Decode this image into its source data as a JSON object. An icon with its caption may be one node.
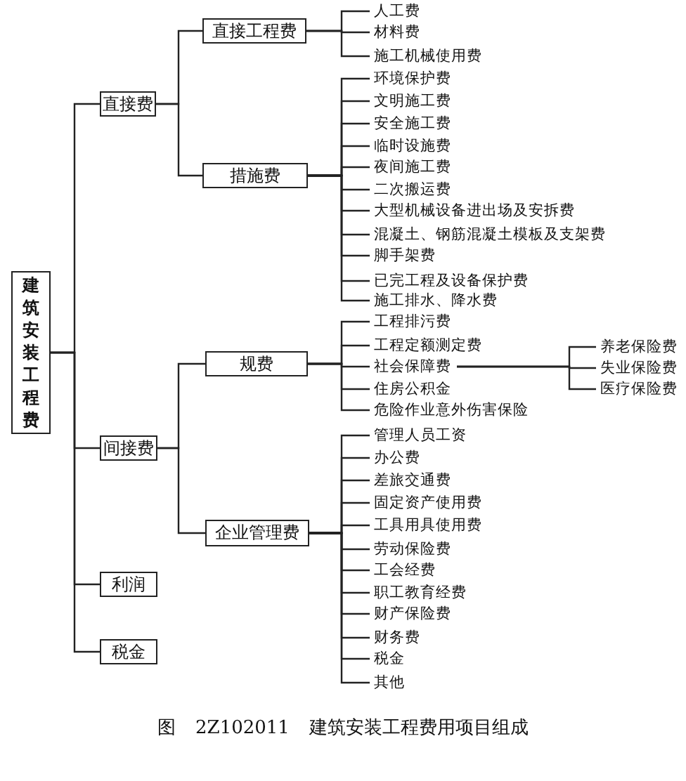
{
  "diagram": {
    "caption": "图 2Z102011 建筑安装工程费用项目组成",
    "nodes": [
      {
        "text": [
          "建筑安装工程费"
        ]
      },
      {
        "text": [
          "直接费"
        ]
      },
      {
        "text": [
          "直接工程费"
        ]
      },
      {
        "text": [
          "人工费"
        ]
      },
      {
        "text": [
          "材料费"
        ]
      },
      {
        "text": [
          "施工机械使用费"
        ]
      },
      {
        "text": [
          "措施费"
        ]
      },
      {
        "text": [
          "环境保护费"
        ]
      },
      {
        "text": [
          "文明施工费"
        ]
      },
      {
        "text": [
          "安全施工费"
        ]
      },
      {
        "text": [
          "临时设施费"
        ]
      },
      {
        "text": [
          "夜间施工费"
        ]
      },
      {
        "text": [
          "二次搬运费"
        ]
      },
      {
        "text": [
          "大型机械设备进出场及安拆费"
        ]
      },
      {
        "text": [
          "混凝土、钢筋混凝土模板及支架费"
        ]
      },
      {
        "text": [
          "脚手架费"
        ]
      },
      {
        "text": [
          "已完工程及设备保护费"
        ]
      },
      {
        "text": [
          "施工排水、降水费"
        ]
      },
      {
        "text": [
          "间接费"
        ]
      },
      {
        "text": [
          "规费"
        ]
      },
      {
        "text": [
          "工程排污费"
        ]
      },
      {
        "text": [
          "工程定额测定费"
        ]
      },
      {
        "text": [
          "社会保障费"
        ]
      },
      {
        "text": [
          "住房公积金"
        ]
      },
      {
        "text": [
          "危险作业意外伤害保险"
        ]
      },
      {
        "text": [
          "养老保险费"
        ]
      },
      {
        "text": [
          "失业保险费"
        ]
      },
      {
        "text": [
          "医疗保险费"
        ]
      },
      {
        "text": [
          "企业管理费"
        ]
      },
      {
        "text": [
          "管理人员工资"
        ]
      },
      {
        "text": [
          "办公费"
        ]
      },
      {
        "text": [
          "差旅交通费"
        ]
      },
      {
        "text": [
          "固定资产使用费"
        ]
      },
      {
        "text": [
          "工具用具使用费"
        ]
      },
      {
        "text": [
          "劳动保险费"
        ]
      },
      {
        "text": [
          "工会经费"
        ]
      },
      {
        "text": [
          "职工教育经费"
        ]
      },
      {
        "text": [
          "财产保险费"
        ]
      },
      {
        "text": [
          "财务费"
        ]
      },
      {
        "text": [
          "税金"
        ]
      },
      {
        "text": [
          "其他"
        ]
      },
      {
        "text": [
          "利润"
        ]
      },
      {
        "text": [
          "税金"
        ]
      }
    ],
    "edges": [
      {
        "from": 0,
        "to": 1,
        "arrow": "none"
      },
      {
        "from": 0,
        "to": 18,
        "arrow": "none"
      },
      {
        "from": 0,
        "to": 41,
        "arrow": "none"
      },
      {
        "from": 0,
        "to": 42,
        "arrow": "none"
      },
      {
        "from": 1,
        "to": 2,
        "arrow": "none"
      },
      {
        "from": 1,
        "to": 6,
        "arrow": "none"
      },
      {
        "from": 2,
        "to": 3,
        "arrow": "none"
      },
      {
        "from": 2,
        "to": 4,
        "arrow": "none"
      },
      {
        "from": 2,
        "to": 5,
        "arrow": "none"
      },
      {
        "from": 6,
        "to": 7,
        "arrow": "none"
      },
      {
        "from": 6,
        "to": 8,
        "arrow": "none"
      },
      {
        "from": 6,
        "to": 9,
        "arrow": "none"
      },
      {
        "from": 6,
        "to": 10,
        "arrow": "none"
      },
      {
        "from": 6,
        "to": 11,
        "arrow": "none"
      },
      {
        "from": 6,
        "to": 12,
        "arrow": "none"
      },
      {
        "from": 6,
        "to": 13,
        "arrow": "none"
      },
      {
        "from": 6,
        "to": 14,
        "arrow": "none"
      },
      {
        "from": 6,
        "to": 15,
        "arrow": "none"
      },
      {
        "from": 6,
        "to": 16,
        "arrow": "none"
      },
      {
        "from": 6,
        "to": 17,
        "arrow": "none"
      },
      {
        "from": 18,
        "to": 19,
        "arrow": "none"
      },
      {
        "from": 18,
        "to": 28,
        "arrow": "none"
      },
      {
        "from": 19,
        "to": 20,
        "arrow": "none"
      },
      {
        "from": 19,
        "to": 21,
        "arrow": "none"
      },
      {
        "from": 19,
        "to": 22,
        "arrow": "none"
      },
      {
        "from": 19,
        "to": 23,
        "arrow": "none"
      },
      {
        "from": 19,
        "to": 24,
        "arrow": "none"
      },
      {
        "from": 22,
        "to": 25,
        "arrow": "none"
      },
      {
        "from": 22,
        "to": 26,
        "arrow": "none"
      },
      {
        "from": 22,
        "to": 27,
        "arrow": "none"
      },
      {
        "from": 28,
        "to": 29,
        "arrow": "none"
      },
      {
        "from": 28,
        "to": 30,
        "arrow": "none"
      },
      {
        "from": 28,
        "to": 31,
        "arrow": "none"
      },
      {
        "from": 28,
        "to": 32,
        "arrow": "none"
      },
      {
        "from": 28,
        "to": 33,
        "arrow": "none"
      },
      {
        "from": 28,
        "to": 34,
        "arrow": "none"
      },
      {
        "from": 28,
        "to": 35,
        "arrow": "none"
      },
      {
        "from": 28,
        "to": 36,
        "arrow": "none"
      },
      {
        "from": 28,
        "to": 37,
        "arrow": "none"
      },
      {
        "from": 28,
        "to": 38,
        "arrow": "none"
      },
      {
        "from": 28,
        "to": 39,
        "arrow": "none"
      },
      {
        "from": 28,
        "to": 40,
        "arrow": "none"
      }
    ]
  }
}
